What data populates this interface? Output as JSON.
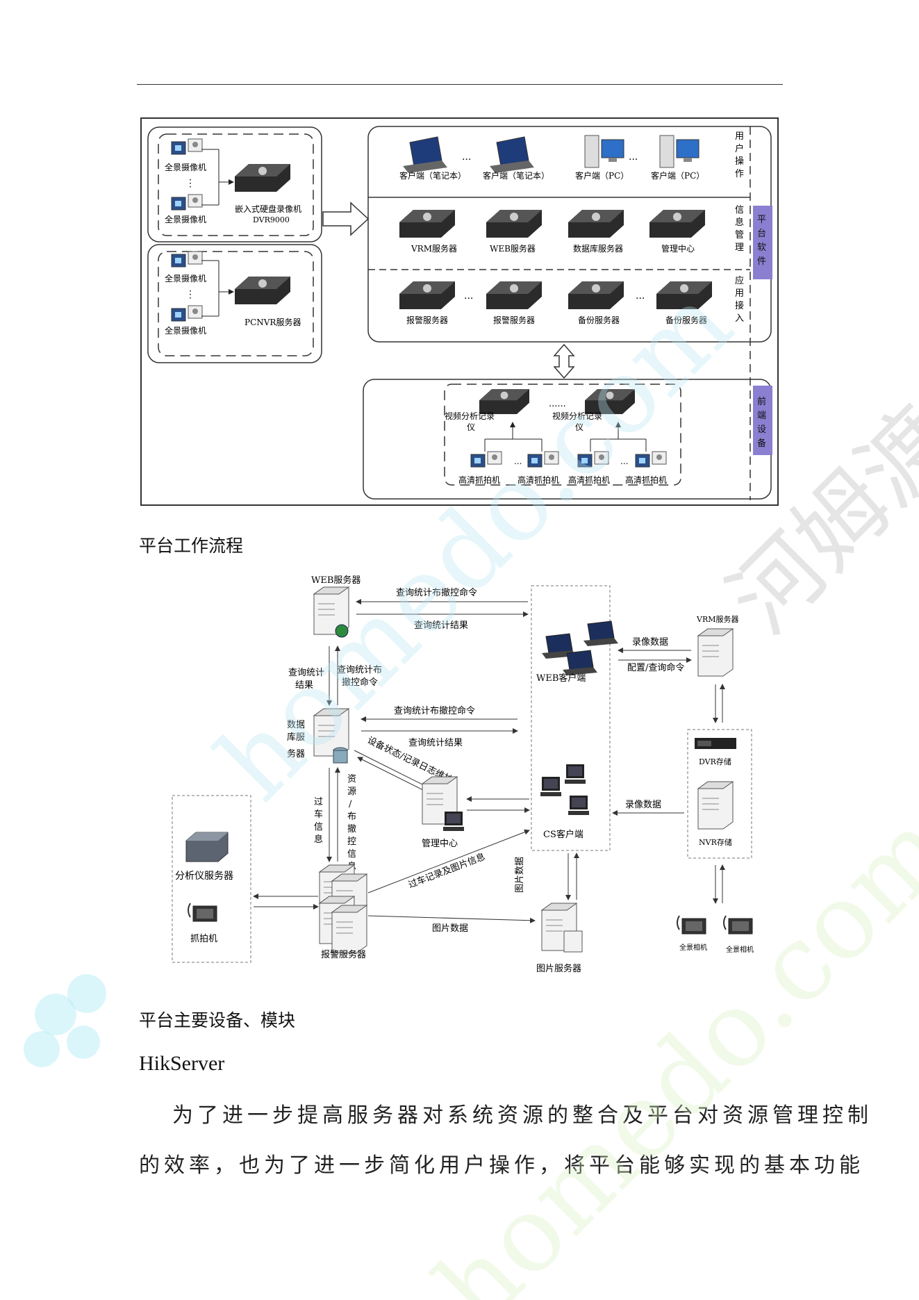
{
  "doc": {
    "heading_workflow": "平台工作流程",
    "heading_devices": "平台主要设备、模块",
    "subheading": "HikServer",
    "para_line1": "为了进一步提高服务器对系统资源的整合及平台对资源管理控制",
    "para_line2": "的效率，也为了进一步简化用户操作，将平台能够实现的基本功能"
  },
  "fig1": {
    "left_cam": "全景摄像机",
    "dvr_line1": "嵌入式硬盘录像机",
    "dvr_line2": "DVR9000",
    "pcnvr": "PCNVR服务器",
    "clients": [
      "客户端（笔记本）",
      "客户端（笔记本）",
      "客户端（PC）",
      "客户端（PC）"
    ],
    "servers_row1": [
      "VRM服务器",
      "WEB服务器",
      "数据库服务器",
      "管理中心"
    ],
    "servers_row2": [
      "报警服务器",
      "报警服务器",
      "备份服务器",
      "备份服务器"
    ],
    "analyzer_line1": "视频分析记录",
    "analyzer_line2": "仪",
    "hd_cam": "高清抓拍机",
    "ellipsis": "...",
    "dots": "......",
    "label_user": "用户操作",
    "label_info": "信息管理",
    "label_app": "应用接入",
    "label_platform": "平台软件",
    "label_front": "前端设备"
  },
  "fig2": {
    "web_server": "WEB服务器",
    "cmd_query": "查询统计布撤控命令",
    "result_query": "查询统计结果",
    "web_client": "WEB客户端",
    "vrm_server": "VRM服务器",
    "record_data": "录像数据",
    "config_cmd": "配置/查询命令",
    "left_result_1": "查询统计",
    "left_result_2": "结果",
    "left_cmd_1": "查询统计布",
    "left_cmd_2": "撤控命令",
    "db_server": [
      "数据",
      "库服",
      "务器"
    ],
    "device_status": "设备状态/记录日志维护",
    "mgmt_center": "管理中心",
    "cs_client": "CS客户端",
    "dvr_store": "DVR存储",
    "nvr_store": "NVR存储",
    "vehicle_info": [
      "过",
      "车",
      "信",
      "息"
    ],
    "resource_info": [
      "资",
      "源",
      "/",
      "布",
      "撤",
      "控",
      "信",
      "息"
    ],
    "analyzer_server": "分析仪服务器",
    "capture": "抓拍机",
    "alarm_server": "报警服务器",
    "vehicle_record": "过车记录及图片信息",
    "image_data": "图片数据",
    "image_data_v": "图片数据",
    "image_server": "图片服务器",
    "pano_camera": "全景相机"
  },
  "watermark": {
    "text1": "homedo.com",
    "text2": "河姆渡"
  }
}
